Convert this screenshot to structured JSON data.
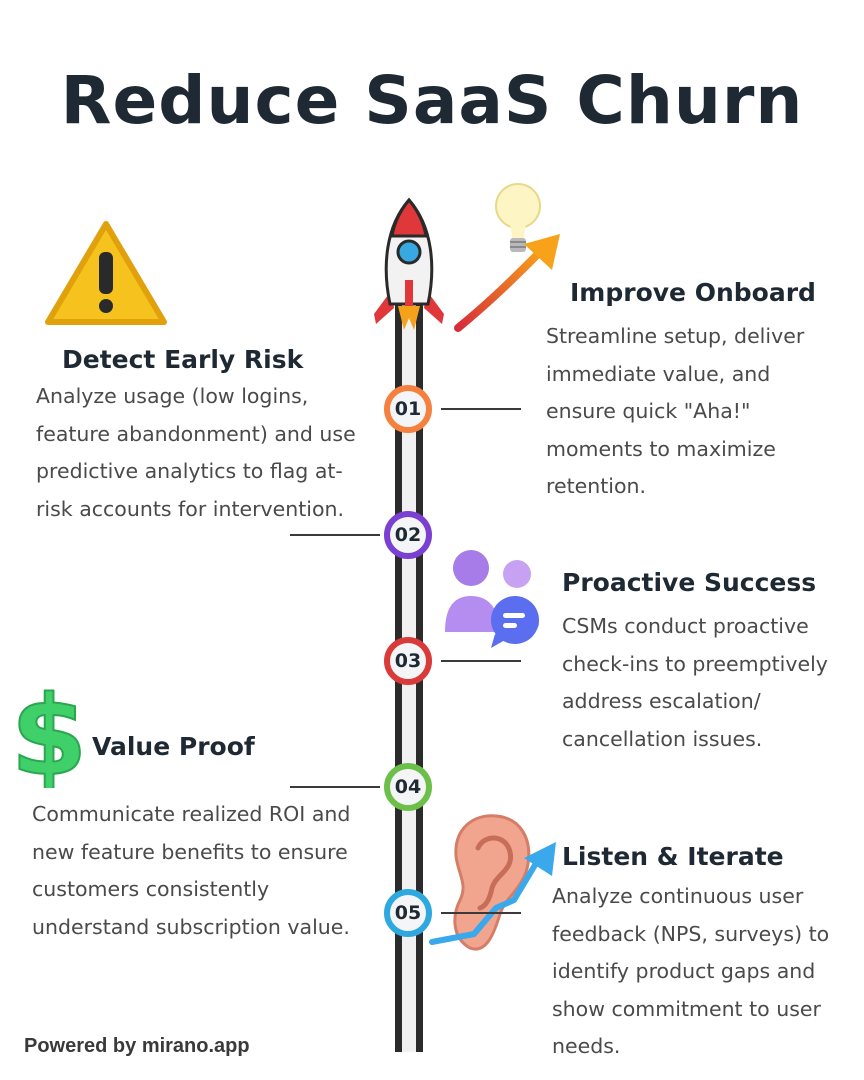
{
  "title": "Reduce SaaS Churn",
  "steps": [
    {
      "number": "01",
      "heading": "Improve Onboard",
      "body": "Streamline setup, deliver immediate value, and ensure quick \"Aha!\" moments to maximize retention.",
      "color": "#f4813f"
    },
    {
      "number": "02",
      "heading": "Detect Early Risk",
      "body": "Analyze usage (low logins, feature abandonment) and use predictive analytics to flag at-risk accounts for intervention.",
      "color": "#7b3fd1"
    },
    {
      "number": "03",
      "heading": "Proactive Success",
      "body": "CSMs conduct proactive check-ins to preemptively address escalation/ cancellation issues.",
      "color": "#d93b3b"
    },
    {
      "number": "04",
      "heading": "Value Proof",
      "body": "Communicate realized ROI and new feature benefits to ensure customers consistently understand subscription value.",
      "color": "#6cc04a"
    },
    {
      "number": "05",
      "heading": "Listen & Iterate",
      "body": "Analyze continuous user feedback (NPS, surveys) to identify product gaps and show commitment to user needs.",
      "color": "#2ea8de"
    }
  ],
  "icons": {
    "rocket": "rocket-icon",
    "lightbulb": "lightbulb-icon",
    "warning": "warning-icon",
    "team_chat": "team-chat-icon",
    "dollar": "dollar-icon",
    "ear": "ear-icon"
  },
  "footer": "Powered by mirano.app"
}
